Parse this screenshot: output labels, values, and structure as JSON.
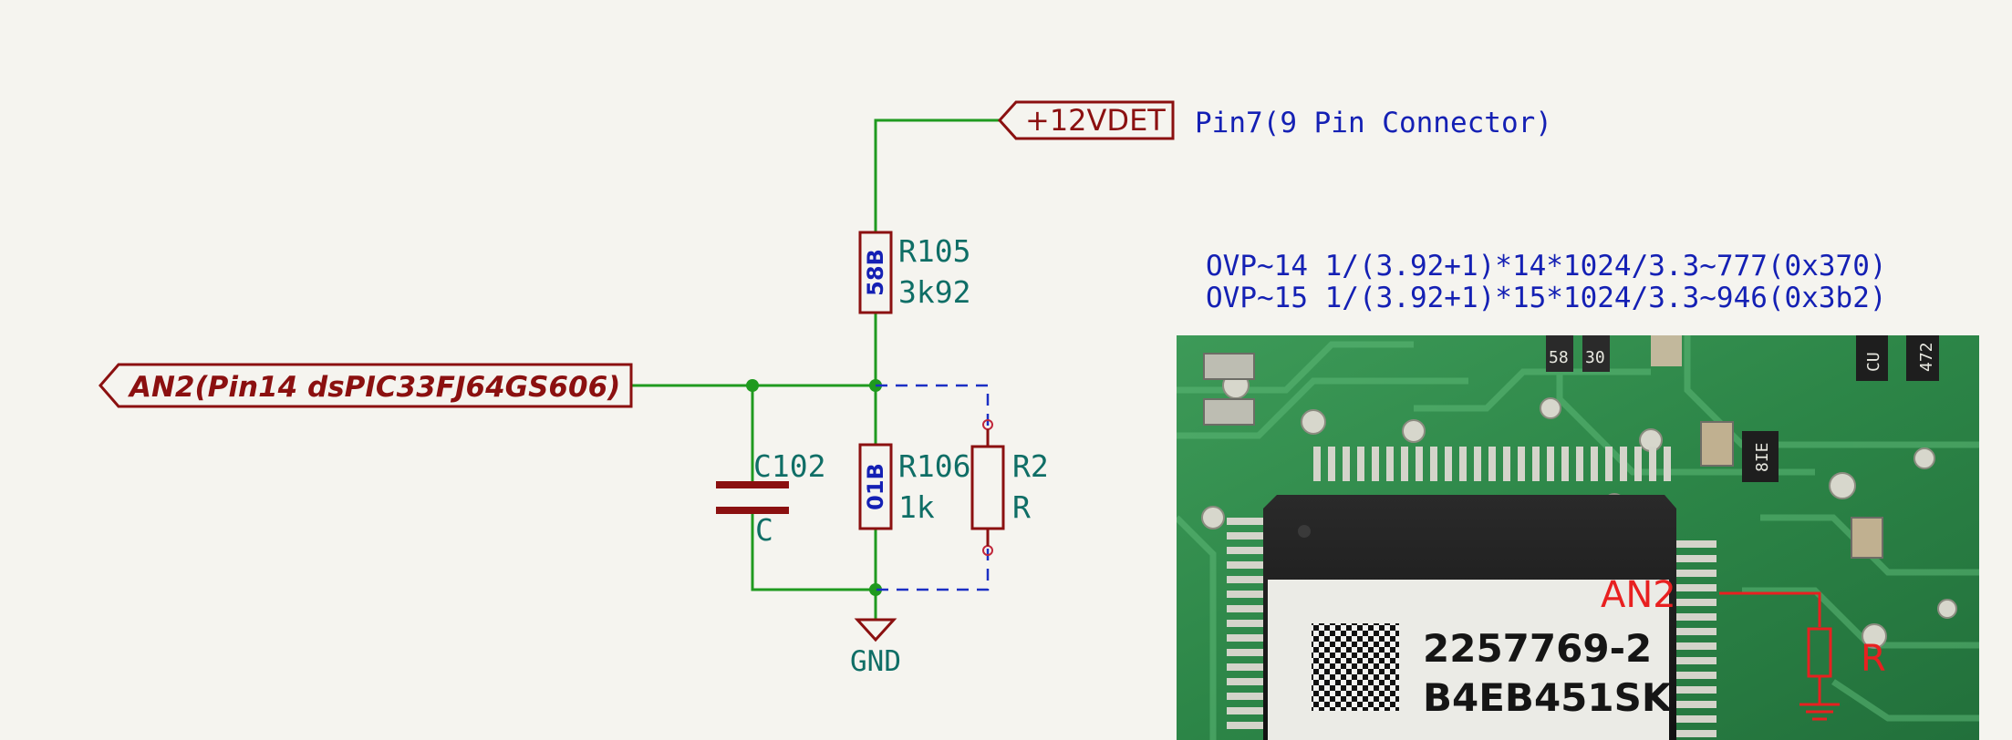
{
  "schematic": {
    "global_label_top": "+12VDET",
    "connector_note": "Pin7(9 Pin Connector)",
    "global_label_left": "AN2(Pin14 dsPIC33FJ64GS606)",
    "r105": {
      "ref": "R105",
      "value": "3k92",
      "marking": "58B"
    },
    "r106": {
      "ref": "R106",
      "value": "1k",
      "marking": "01B"
    },
    "r2": {
      "ref": "R2",
      "value": "R"
    },
    "c102": {
      "ref": "C102",
      "value": "C"
    },
    "gnd": "GND",
    "ovp_14": "OVP~14 1/(3.92+1)*14*1024/3.3~777(0x370)",
    "ovp_15": "OVP~15 1/(3.92+1)*15*1024/3.3~946(0x3b2)"
  },
  "photo": {
    "chip_part_number": "2257769-2",
    "chip_lot": "B4EB451SK",
    "annotation_an2": "AN2",
    "annotation_r": "R",
    "component_marks": [
      "58",
      "30",
      "8IE",
      "472",
      "CU"
    ]
  },
  "colors": {
    "background": "#f5f4ef",
    "wire": "#1f9a1f",
    "label_red": "#8b1010",
    "text_teal": "#0f6e66",
    "text_blue": "#1420b4",
    "dashed_blue": "#1b2fc4",
    "annotation_red": "#e82020",
    "pcb_green": "#2e8a4a"
  }
}
